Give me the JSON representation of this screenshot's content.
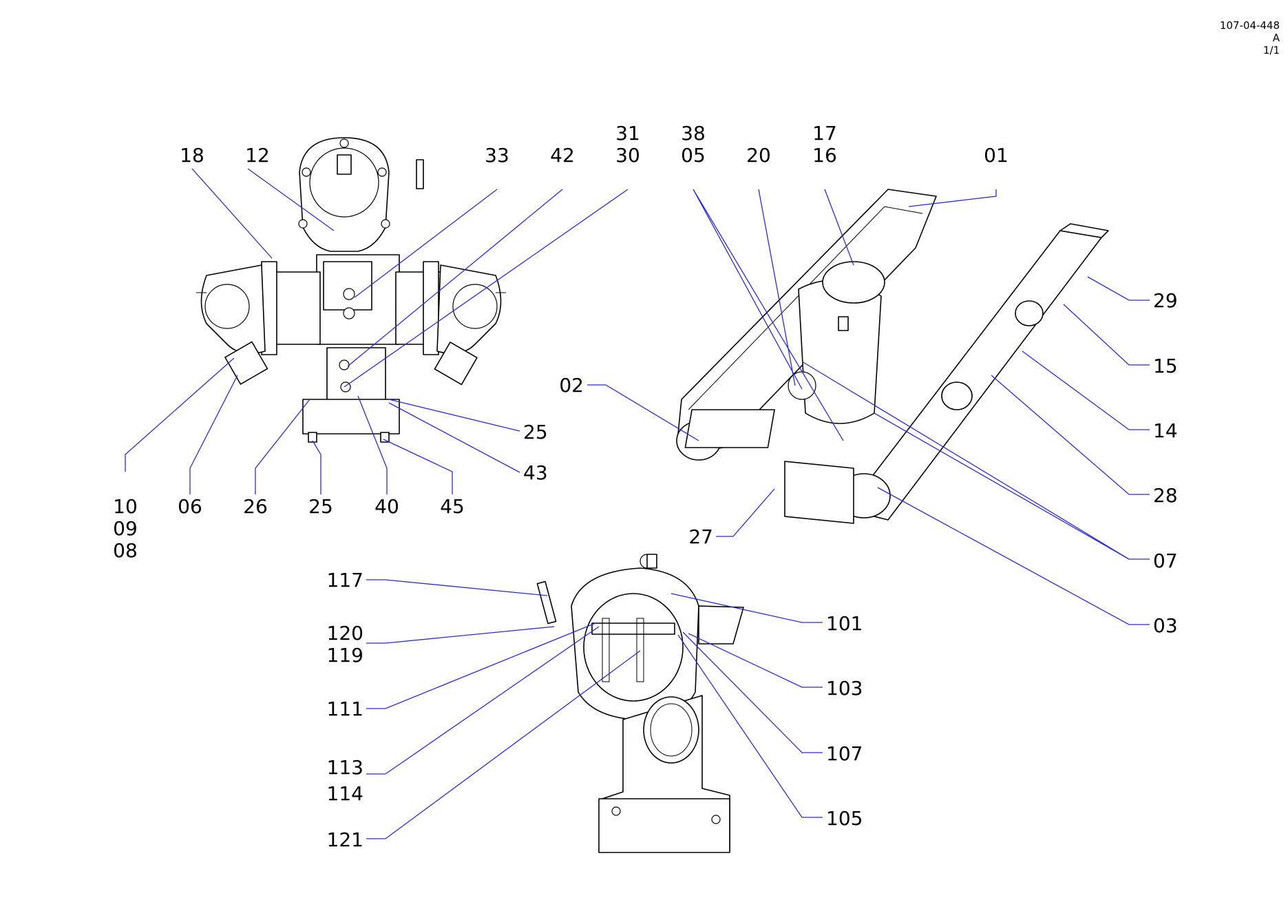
{
  "title_block": {
    "drawing_number": "107-04-448",
    "revision": "A",
    "sheet": "1/1"
  },
  "callouts": [
    {
      "id": "c18",
      "lines": [
        "18"
      ]
    },
    {
      "id": "c12",
      "lines": [
        "12"
      ]
    },
    {
      "id": "c33",
      "lines": [
        "33"
      ]
    },
    {
      "id": "c42",
      "lines": [
        "42"
      ]
    },
    {
      "id": "c3130",
      "lines": [
        "31",
        "30"
      ]
    },
    {
      "id": "c3805",
      "lines": [
        "38",
        "05"
      ]
    },
    {
      "id": "c20",
      "lines": [
        "20"
      ]
    },
    {
      "id": "c1716",
      "lines": [
        "17",
        "16"
      ]
    },
    {
      "id": "c01",
      "lines": [
        "01"
      ]
    },
    {
      "id": "c29",
      "lines": [
        "29"
      ]
    },
    {
      "id": "c15",
      "lines": [
        "15"
      ]
    },
    {
      "id": "c14",
      "lines": [
        "14"
      ]
    },
    {
      "id": "c28",
      "lines": [
        "28"
      ]
    },
    {
      "id": "c07",
      "lines": [
        "07"
      ]
    },
    {
      "id": "c03",
      "lines": [
        "03"
      ]
    },
    {
      "id": "c02",
      "lines": [
        "02"
      ]
    },
    {
      "id": "c27",
      "lines": [
        "27"
      ]
    },
    {
      "id": "c25a",
      "lines": [
        "25"
      ]
    },
    {
      "id": "c43",
      "lines": [
        "43"
      ]
    },
    {
      "id": "c100908",
      "lines": [
        "10",
        "09",
        "08"
      ]
    },
    {
      "id": "c06",
      "lines": [
        "06"
      ]
    },
    {
      "id": "c26",
      "lines": [
        "26"
      ]
    },
    {
      "id": "c25b",
      "lines": [
        "25"
      ]
    },
    {
      "id": "c40",
      "lines": [
        "40"
      ]
    },
    {
      "id": "c45",
      "lines": [
        "45"
      ]
    },
    {
      "id": "c117",
      "lines": [
        "117"
      ]
    },
    {
      "id": "c120119",
      "lines": [
        "120",
        "119"
      ]
    },
    {
      "id": "c111",
      "lines": [
        "111"
      ]
    },
    {
      "id": "c113114",
      "lines": [
        "113",
        "114"
      ]
    },
    {
      "id": "c121",
      "lines": [
        "121"
      ]
    },
    {
      "id": "c101",
      "lines": [
        "101"
      ]
    },
    {
      "id": "c103",
      "lines": [
        "103"
      ]
    },
    {
      "id": "c107",
      "lines": [
        "107"
      ]
    },
    {
      "id": "c105",
      "lines": [
        "105"
      ]
    }
  ]
}
